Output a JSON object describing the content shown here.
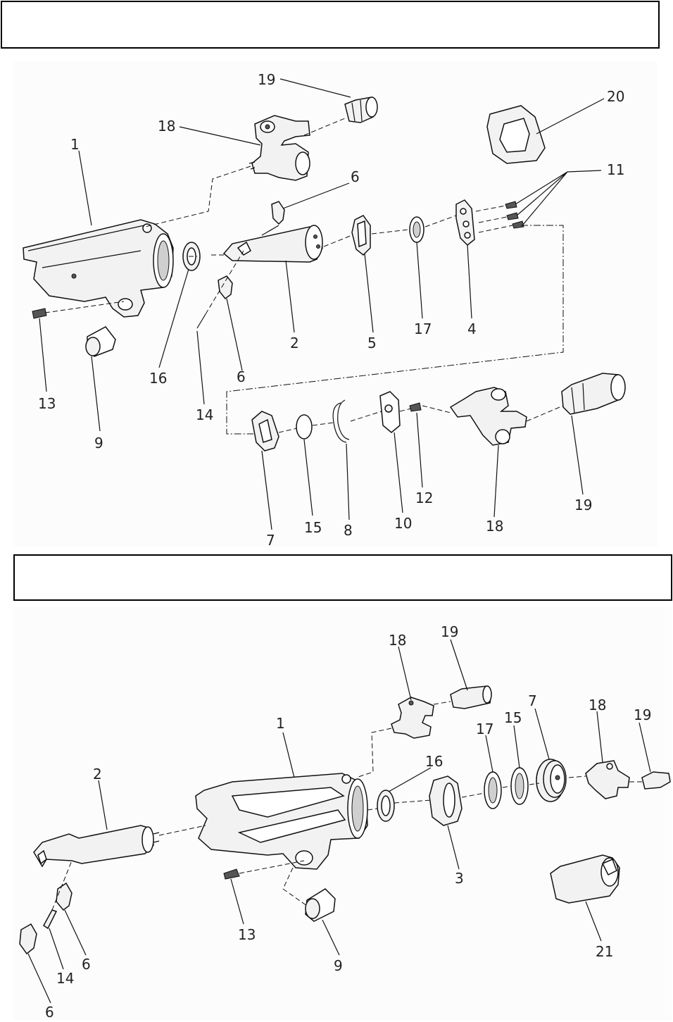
{
  "diagram1": {
    "callouts": [
      "19",
      "18",
      "20",
      "1",
      "6",
      "11",
      "16",
      "6",
      "2",
      "5",
      "17",
      "4",
      "13",
      "9",
      "14",
      "7",
      "15",
      "8",
      "10",
      "12",
      "18",
      "19"
    ]
  },
  "diagram2": {
    "callouts": [
      "18",
      "19",
      "1",
      "7",
      "15",
      "18",
      "19",
      "17",
      "16",
      "2",
      "3",
      "13",
      "6",
      "14",
      "6",
      "21",
      "9",
      "6"
    ]
  }
}
